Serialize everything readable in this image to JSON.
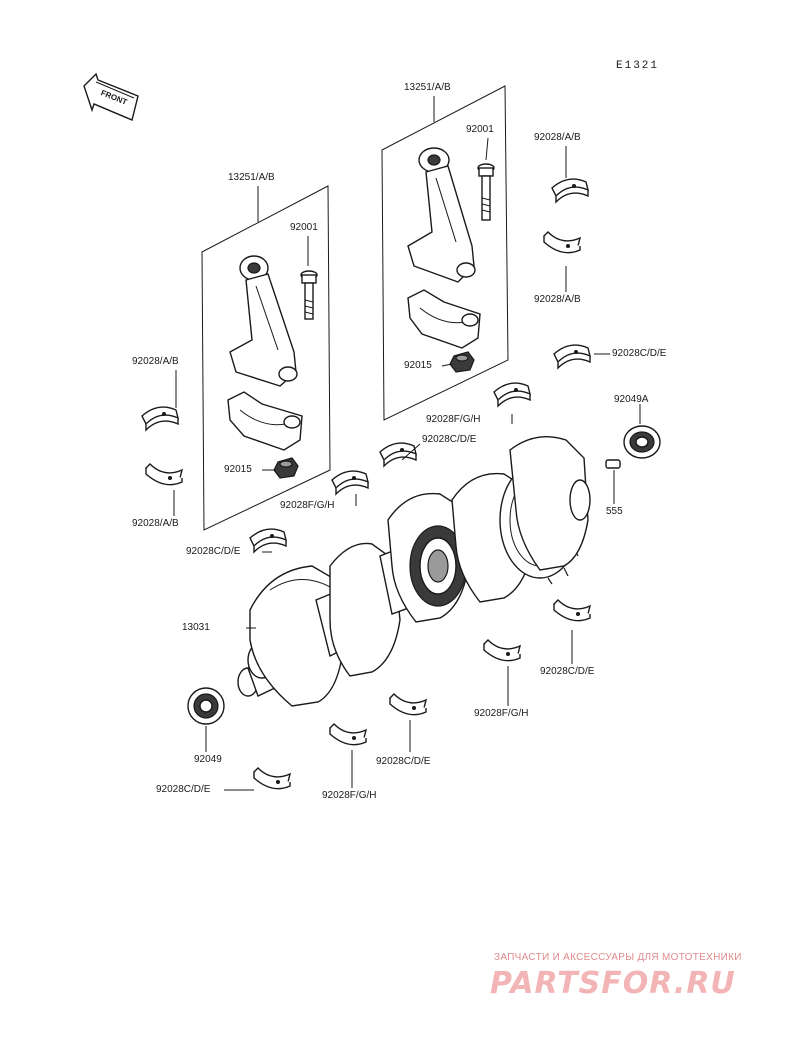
{
  "diagram_code": "E1321",
  "front_label": "FRONT",
  "labels": {
    "conrod_left": "13251/A/B",
    "conrod_right": "13251/A/B",
    "bolt_left": "92001",
    "bolt_right": "92001",
    "nut_left": "92015",
    "nut_right": "92015",
    "bearing_ab_top_right": "92028/A/B",
    "bearing_ab_mid_right": "92028/A/B",
    "bearing_ab_left_upper": "92028/A/B",
    "bearing_ab_left_lower": "92028/A/B",
    "main_cde_right_top": "92028C/D/E",
    "main_fgh_upper_right": "92028F/G/H",
    "main_cde_upper_mid": "92028C/D/E",
    "main_fgh_mid": "92028F/G/H",
    "main_cde_left": "92028C/D/E",
    "crankshaft": "13031",
    "seal_right": "92049A",
    "pin": "555",
    "main_cde_lower_right": "92028C/D/E",
    "main_fgh_lower_mid": "92028F/G/H",
    "main_cde_lower_mid": "92028C/D/E",
    "main_fgh_lower": "92028F/G/H",
    "seal_left": "92049",
    "main_cde_bottom": "92028C/D/E"
  },
  "watermark": {
    "tagline": "ЗАПЧАСТИ И АКСЕССУАРЫ ДЛЯ МОТОТЕХНИКИ",
    "brand": "PARTSFOR.RU",
    "color": "#e08a8a"
  }
}
